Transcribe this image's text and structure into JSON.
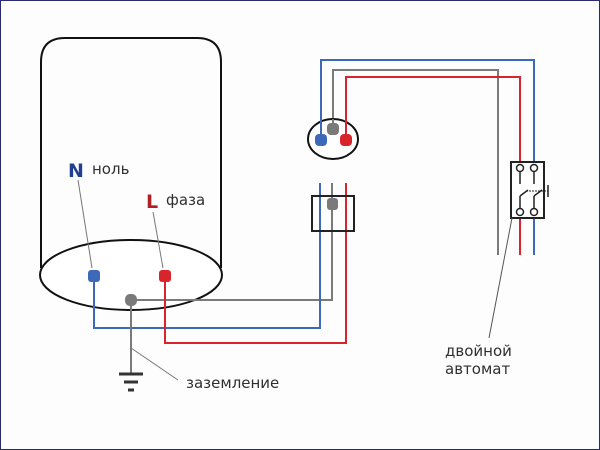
{
  "diagram": {
    "title": "Water heater wiring diagram",
    "colors": {
      "neutral": "#3d6ab8",
      "phase": "#d8252c",
      "ground": "#7a7a7a",
      "outline": "#111111",
      "frame": "#2b2a6e",
      "n_letter": "#1f3f8f",
      "l_letter": "#b01e22"
    },
    "labels": {
      "n_letter": "N",
      "neutral": "ноль",
      "l_letter": "L",
      "phase": "фаза",
      "ground": "заземление",
      "breaker_line1": "двойной",
      "breaker_line2": "автомат"
    },
    "components": [
      {
        "id": "water-heater",
        "name": "boiler"
      },
      {
        "id": "socket",
        "name": "outlet"
      },
      {
        "id": "plug",
        "name": "plug"
      },
      {
        "id": "double-breaker",
        "name": "double circuit breaker"
      },
      {
        "id": "ground-symbol",
        "name": "earth ground"
      }
    ],
    "wires": [
      {
        "id": "neutral-wire",
        "color_key": "neutral"
      },
      {
        "id": "phase-wire",
        "color_key": "phase"
      },
      {
        "id": "ground-wire",
        "color_key": "ground"
      }
    ]
  }
}
